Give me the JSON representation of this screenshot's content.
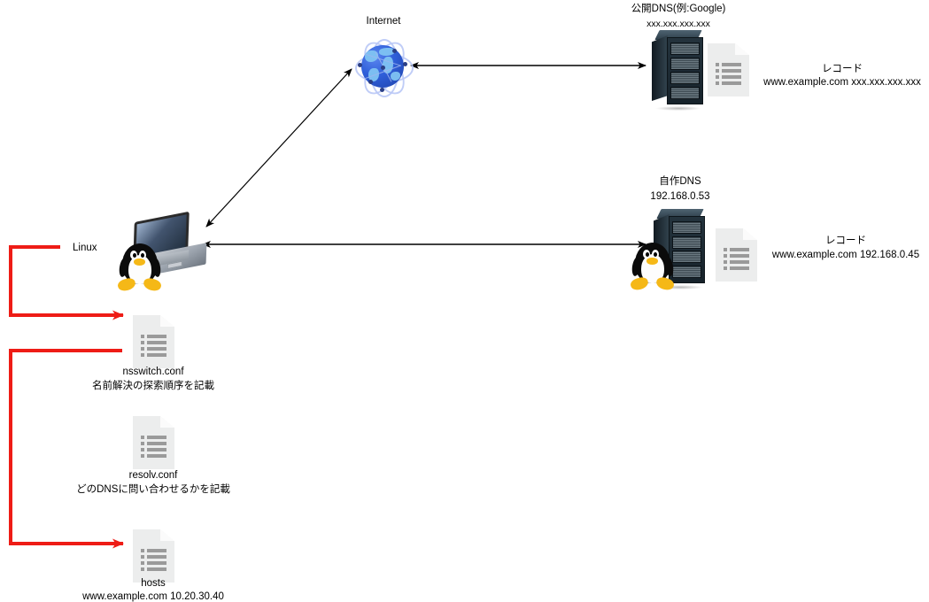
{
  "diagram": {
    "title_internet": "Internet",
    "public_dns": {
      "name": "公開DNS(例:Google)",
      "ip": "xxx.xxx.xxx.xxx",
      "record_title": "レコード",
      "record_value": "www.example.com xxx.xxx.xxx.xxx",
      "server_icon": "server-rack-icon",
      "doc_icon": "document-icon"
    },
    "own_dns": {
      "name": "自作DNS",
      "ip": "192.168.0.53",
      "record_title": "レコード",
      "record_value": "www.example.com 192.168.0.45",
      "server_icon": "server-rack-icon",
      "doc_icon": "document-icon",
      "os_icon": "tux-penguin-icon"
    },
    "client": {
      "label": "Linux",
      "device_icon": "laptop-icon",
      "os_icon": "tux-penguin-icon"
    },
    "config_files": [
      {
        "name": "nsswitch.conf",
        "description": "名前解決の探索順序を記載",
        "icon": "document-icon"
      },
      {
        "name": "resolv.conf",
        "description": "どのDNSに問い合わせるかを記載",
        "icon": "document-icon"
      },
      {
        "name": "hosts",
        "description": "www.example.com 10.20.30.40",
        "icon": "document-icon"
      }
    ],
    "colors": {
      "connector_red": "#ee1c16",
      "arrow_black": "#000000",
      "globe_blue": "#2f5fd9",
      "rack_dark": "#16222a",
      "doc_gray": "#eceded",
      "tux_yellow": "#f5b817"
    },
    "connectors": {
      "client_to_internet": "bidirectional",
      "client_to_own_dns": "bidirectional",
      "internet_to_public_dns": "bidirectional"
    }
  }
}
